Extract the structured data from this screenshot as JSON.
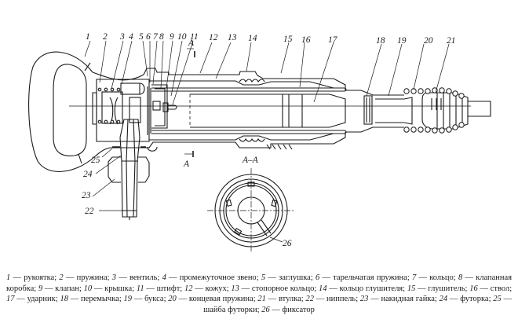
{
  "figure": {
    "section_label": "A–A",
    "section_marker": "A",
    "part_numbers": [
      "1",
      "2",
      "3",
      "4",
      "5",
      "6",
      "7",
      "8",
      "9",
      "10",
      "11",
      "12",
      "13",
      "14",
      "15",
      "16",
      "17",
      "18",
      "19",
      "20",
      "21",
      "22",
      "23",
      "24",
      "25",
      "26"
    ]
  },
  "caption": {
    "separator": " — ",
    "items": [
      {
        "num": "1",
        "name": "рукоятка"
      },
      {
        "num": "2",
        "name": "пружина"
      },
      {
        "num": "3",
        "name": "вентиль"
      },
      {
        "num": "4",
        "name": "промежуточное звено"
      },
      {
        "num": "5",
        "name": "заглушка"
      },
      {
        "num": "6",
        "name": "тарельчатая пружина"
      },
      {
        "num": "7",
        "name": "кольцо"
      },
      {
        "num": "8",
        "name": "клапанная коробка"
      },
      {
        "num": "9",
        "name": "клапан"
      },
      {
        "num": "10",
        "name": "крышка"
      },
      {
        "num": "11",
        "name": "штифт"
      },
      {
        "num": "12",
        "name": "кожух"
      },
      {
        "num": "13",
        "name": "стопорное кольцо"
      },
      {
        "num": "14",
        "name": "кольцо глушителя"
      },
      {
        "num": "15",
        "name": "глушитель"
      },
      {
        "num": "16",
        "name": "ствол"
      },
      {
        "num": "17",
        "name": "ударник"
      },
      {
        "num": "18",
        "name": "перемычка"
      },
      {
        "num": "19",
        "name": "букса"
      },
      {
        "num": "20",
        "name": "концевая пружина"
      },
      {
        "num": "21",
        "name": "втулка"
      },
      {
        "num": "22",
        "name": "ниппель"
      },
      {
        "num": "23",
        "name": "накидная гайка"
      },
      {
        "num": "24",
        "name": "футорка"
      },
      {
        "num": "25",
        "name": "шайба футорки"
      },
      {
        "num": "26",
        "name": "фиксатор"
      }
    ]
  }
}
